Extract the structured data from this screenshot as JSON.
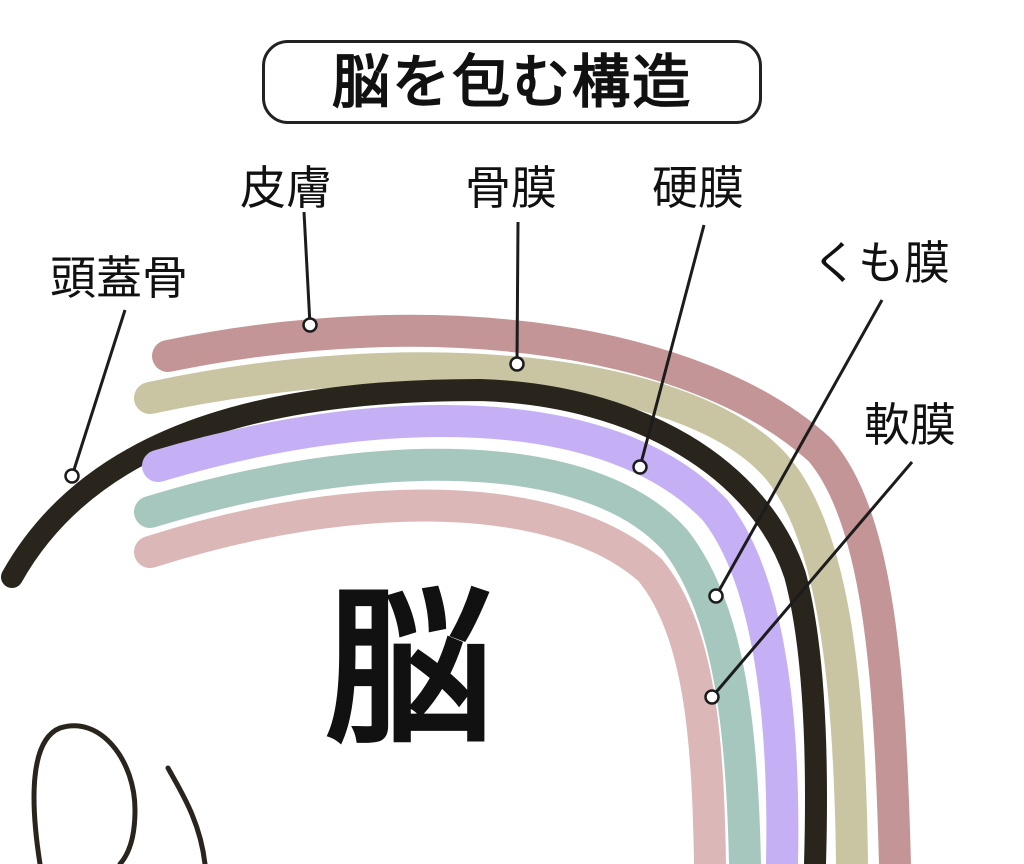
{
  "title": "脳を包む構造",
  "center_label": "脳",
  "layers": [
    {
      "label": "頭蓋骨",
      "color": "#2a251c"
    },
    {
      "label": "皮膚",
      "color": "#c49596"
    },
    {
      "label": "骨膜",
      "color": "#c9c5a3"
    },
    {
      "label": "硬膜",
      "color": "#c5b0f6"
    },
    {
      "label": "くも膜",
      "color": "#a5c7bd"
    },
    {
      "label": "軟膜",
      "color": "#dcb7b8"
    }
  ]
}
